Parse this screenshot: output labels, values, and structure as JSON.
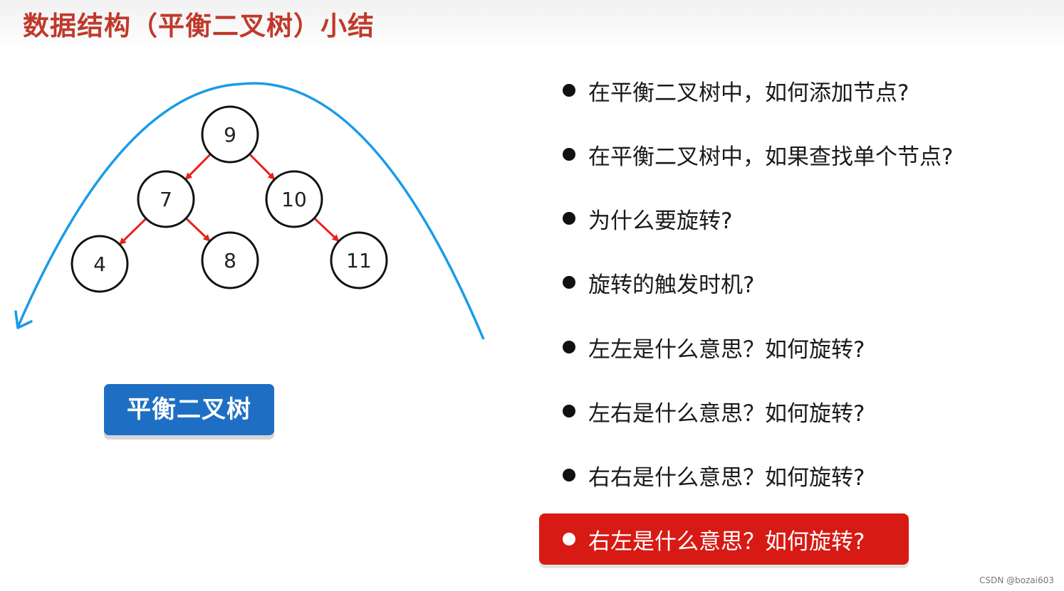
{
  "title": "数据结构（平衡二叉树）小结",
  "tree": {
    "nodes": [
      {
        "id": "n9",
        "label": "9"
      },
      {
        "id": "n7",
        "label": "7"
      },
      {
        "id": "n10",
        "label": "10"
      },
      {
        "id": "n4",
        "label": "4"
      },
      {
        "id": "n8",
        "label": "8"
      },
      {
        "id": "n11",
        "label": "11"
      }
    ],
    "edges": [
      {
        "from": "n9",
        "to": "n7"
      },
      {
        "from": "n9",
        "to": "n10"
      },
      {
        "from": "n7",
        "to": "n4"
      },
      {
        "from": "n7",
        "to": "n8"
      },
      {
        "from": "n10",
        "to": "n11"
      }
    ],
    "edge_color": "#e8231a",
    "arc_color": "#1a9be8"
  },
  "button_label": "平衡二叉树",
  "questions": [
    "在平衡二叉树中，如何添加节点?",
    "在平衡二叉树中，如果查找单个节点?",
    "为什么要旋转?",
    "旋转的触发时机?",
    "左左是什么意思？如何旋转?",
    "左右是什么意思？如何旋转?",
    "右右是什么意思？如何旋转?",
    "右左是什么意思？如何旋转?"
  ],
  "highlighted_question_index": 7,
  "watermark": "CSDN @bozai603"
}
